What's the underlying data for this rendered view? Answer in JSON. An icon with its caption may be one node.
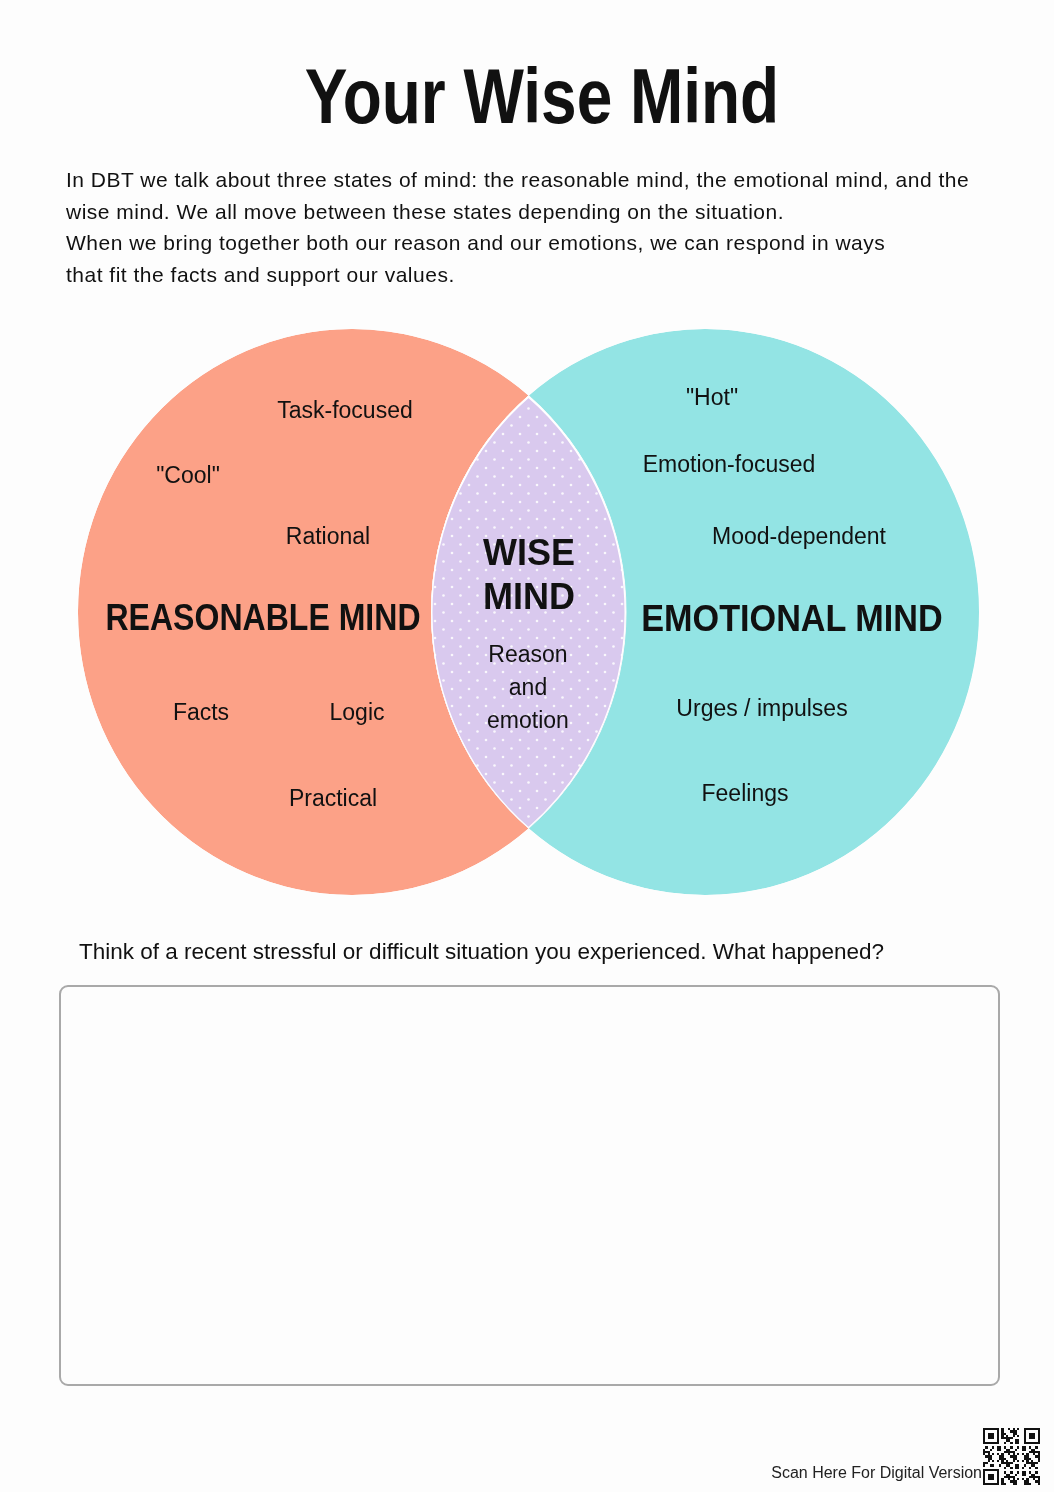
{
  "diagram": {
    "title": "Your Wise Mind",
    "nodes": [
      {
        "text": [
          "Task-focused",
          "\"Cool\"",
          "Rational",
          "REASONABLE MIND",
          "Facts",
          "Logic",
          "Practical"
        ]
      },
      {
        "text": [
          "\"Hot\"",
          "Emotion-focused",
          "Mood-dependent",
          "EMOTIONAL MIND",
          "Urges / impulses",
          "Feelings"
        ]
      },
      {
        "text": [
          "WISE MIND",
          "Reason and emotion"
        ]
      }
    ],
    "labels": [
      "In DBT we talk about three states of mind: the reasonable mind, the emotional mind, and the wise mind. We all move between these states depending on the situation.",
      "When we bring together both our reason and our emotions, we can respond in ways that fit the facts and support our values.",
      "Think of a recent stressful or difficult situation you experienced. What happened?",
      "Scan Here For Digital Version"
    ]
  }
}
